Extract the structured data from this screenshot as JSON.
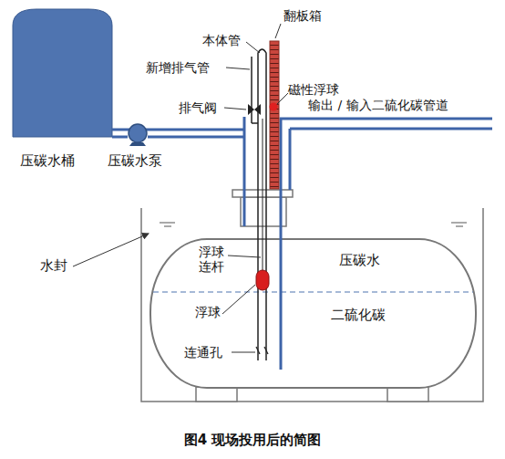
{
  "diagram": {
    "caption": "图4 现场投用后的简图",
    "labels": [
      "本体管",
      "翻板箱",
      "新增排气管",
      "磁性浮球",
      "排气阀",
      "输出 / 输入二硫化碳管道",
      "压碳水桶",
      "压碳水泵",
      "水封",
      "浮球 连杆",
      "压碳水",
      "浮球",
      "二硫化碳",
      "连通孔"
    ]
  }
}
